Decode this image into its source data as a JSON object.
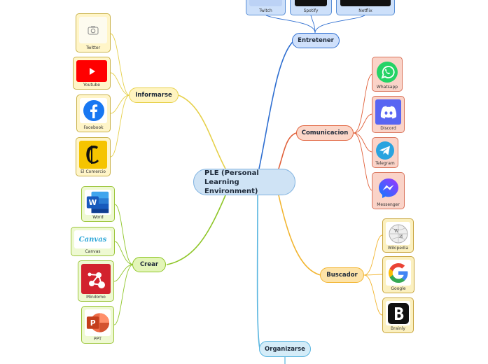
{
  "central": {
    "label": "PLE (Personal Learning Environment)"
  },
  "branches": {
    "informarse": "Informarse",
    "crear": "Crear",
    "entretener": "Entretener",
    "comunicacion": "Comunicacion",
    "buscador": "Buscador",
    "organizarse": "Organizarse"
  },
  "informarse_items": [
    "Twitter",
    "Youtube",
    "Facebook",
    "El Comercio"
  ],
  "crear_items": [
    "Word",
    "Canvas",
    "Mindomo",
    "PPT"
  ],
  "entretener_items": [
    "Twitch",
    "Spotify",
    "Netflix"
  ],
  "comunicacion_items": [
    "Whatsapp",
    "Discord",
    "Telegram",
    "Messenger"
  ],
  "buscador_items": [
    "Wikipedia",
    "Google",
    "Brainly"
  ],
  "icons": {
    "canvas_logo": "Canvas"
  },
  "colors": {
    "informarse": "#e8d44d",
    "crear": "#8fc629",
    "entretener": "#2f6fd1",
    "comunicacion": "#e0603a",
    "buscador": "#f2b530",
    "organizarse": "#5ab6e0"
  }
}
